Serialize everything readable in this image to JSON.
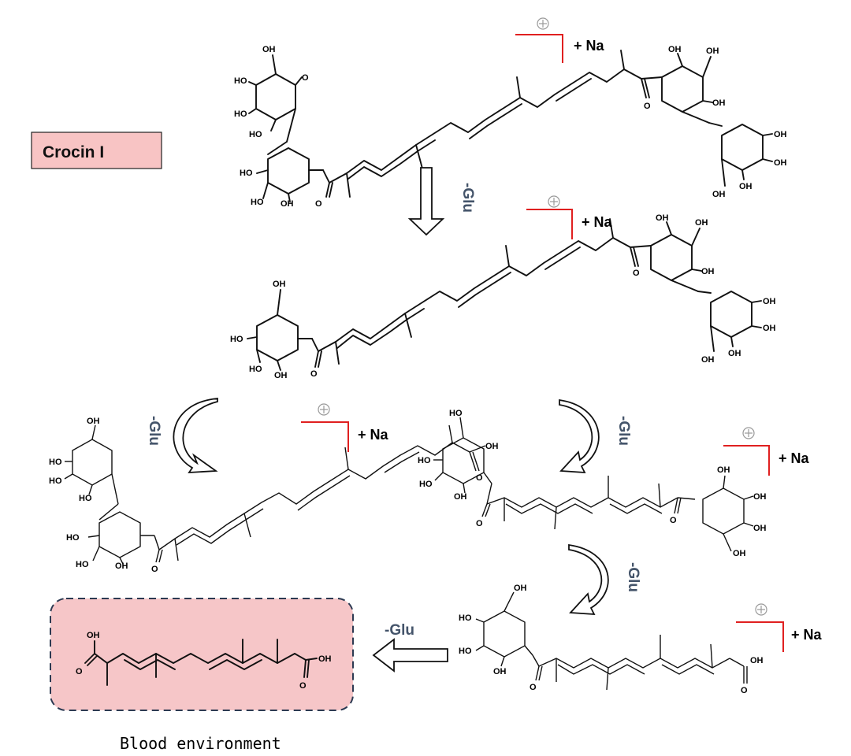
{
  "labels": {
    "crocin": "Crocin I",
    "glu": "-Glu",
    "na": "+ Na",
    "blood": "Blood environment",
    "oh": "OH",
    "ho": "HO",
    "o": "O"
  },
  "colors": {
    "crocin_fill": "#f8c4c4",
    "blood_fill": "#f6c6c8",
    "blood_border": "#2c3a52",
    "bracket": "#e02020",
    "glu_text": "#44546a"
  }
}
